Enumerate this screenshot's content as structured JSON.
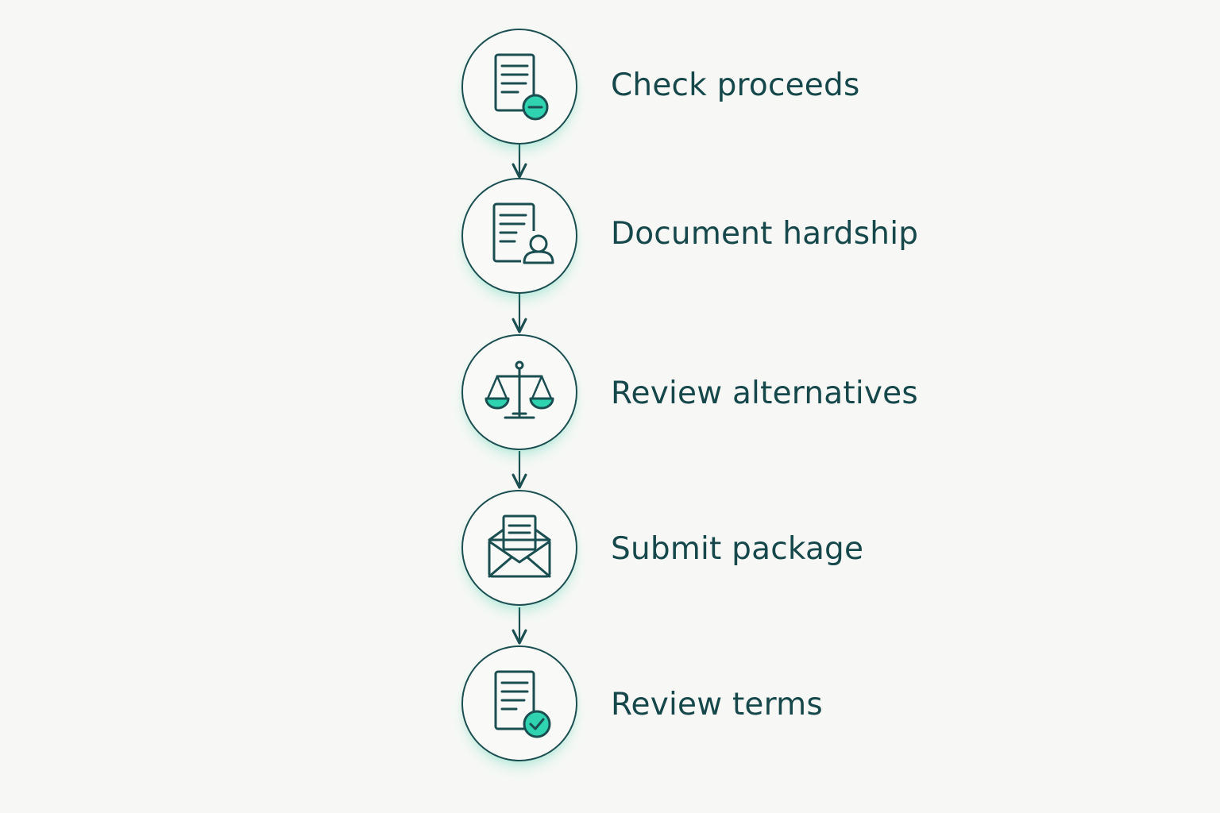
{
  "colors": {
    "background": "#f7f8f5",
    "stroke": "#1b4e51",
    "accent": "#2fd3b0",
    "text": "#16484b"
  },
  "steps": [
    {
      "label": "Check proceeds",
      "icon": "document-minus-icon"
    },
    {
      "label": "Document hardship",
      "icon": "document-person-icon"
    },
    {
      "label": "Review alternatives",
      "icon": "balance-scale-icon"
    },
    {
      "label": "Submit package",
      "icon": "envelope-letter-icon"
    },
    {
      "label": "Review terms",
      "icon": "document-check-icon"
    }
  ]
}
